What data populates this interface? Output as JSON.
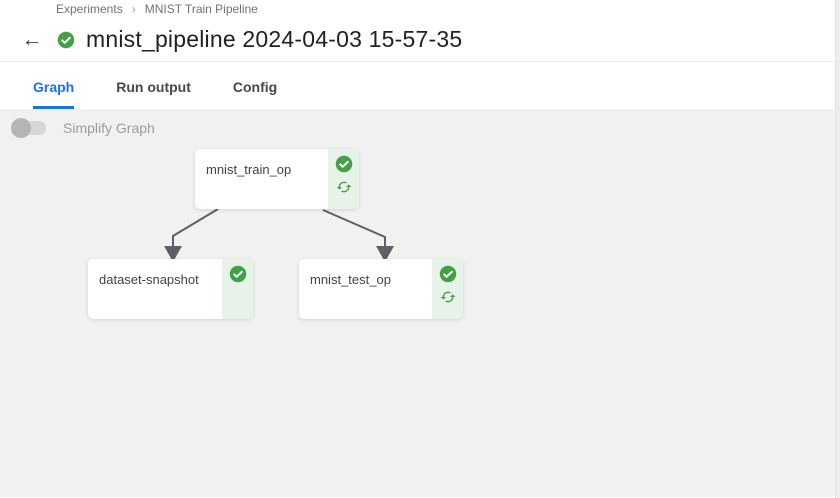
{
  "breadcrumb": {
    "items": [
      "Experiments",
      "MNIST Train Pipeline"
    ],
    "separator": "›"
  },
  "header": {
    "back_icon": "←",
    "status_icon": "check-circle",
    "title": "mnist_pipeline 2024-04-03 15-57-35"
  },
  "tabs": [
    {
      "label": "Graph",
      "active": true
    },
    {
      "label": "Run output",
      "active": false
    },
    {
      "label": "Config",
      "active": false
    }
  ],
  "toolbar": {
    "simplify_toggle_label": "Simplify Graph",
    "simplify_toggle_state": "off"
  },
  "graph": {
    "nodes": [
      {
        "id": "mnist_train_op",
        "label": "mnist_train_op",
        "status": "succeeded",
        "icons": [
          "check-circle",
          "recurring-run"
        ]
      },
      {
        "id": "dataset-snapshot",
        "label": "dataset-snapshot",
        "status": "succeeded",
        "icons": [
          "check-circle"
        ]
      },
      {
        "id": "mnist_test_op",
        "label": "mnist_test_op",
        "status": "succeeded",
        "icons": [
          "check-circle",
          "recurring-run"
        ]
      }
    ],
    "edges": [
      {
        "from": "mnist_train_op",
        "to": "dataset-snapshot"
      },
      {
        "from": "mnist_train_op",
        "to": "mnist_test_op"
      }
    ]
  },
  "colors": {
    "accent_blue": "#1a73e8",
    "success_green": "#43a047",
    "node_strip_green": "#e7f2e8",
    "edge_gray": "#5c6167",
    "content_bg": "#f1f1f2"
  }
}
